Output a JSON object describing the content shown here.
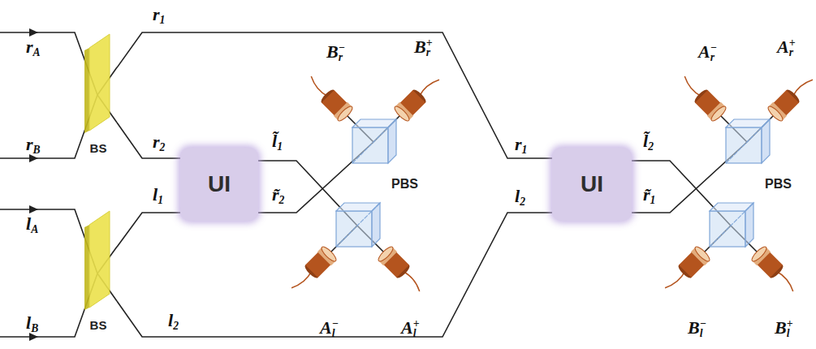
{
  "diagram": {
    "nodes": [
      {
        "text": [
          "BS"
        ]
      },
      {
        "text": [
          "UI"
        ]
      },
      {
        "text": [
          "BS"
        ]
      },
      {
        "text": [
          "UI"
        ]
      }
    ],
    "edges": [
      {
        "from": 0,
        "to": 1,
        "arrow": "none",
        "label": "r2"
      },
      {
        "from": 0,
        "to": 3,
        "arrow": "none",
        "label": "r1"
      },
      {
        "from": 2,
        "to": 1,
        "arrow": "none",
        "label": "l1"
      },
      {
        "from": 2,
        "to": 3,
        "arrow": "none",
        "label": "l2"
      }
    ],
    "labels": [
      "rA",
      "rB",
      "lA",
      "lB",
      "r1",
      "l2",
      "l̃1",
      "r̃2",
      "Br−",
      "Br+",
      "PBS",
      "Al−",
      "Al+",
      "l̃2",
      "r̃1",
      "Ar−",
      "Ar+",
      "PBS",
      "Bl−",
      "Bl+"
    ]
  }
}
